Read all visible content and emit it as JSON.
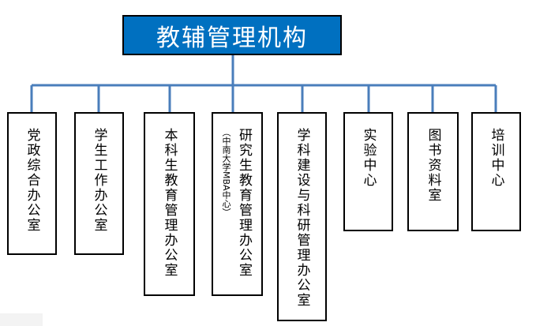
{
  "root": {
    "title": "教辅管理机构"
  },
  "departments": [
    {
      "title": "党政综合办公室",
      "note": ""
    },
    {
      "title": "学生工作办公室",
      "note": ""
    },
    {
      "title": "本科生教育管理办公室",
      "note": ""
    },
    {
      "title": "研究生教育管理办公室",
      "note": "（中南大学MBA中心）"
    },
    {
      "title": "学科建设与科研管理办公室",
      "note": ""
    },
    {
      "title": "实验中心",
      "note": ""
    },
    {
      "title": "图书资料室",
      "note": ""
    },
    {
      "title": "培训中心",
      "note": ""
    }
  ],
  "colors": {
    "root_fill": "#0070c0",
    "root_text": "#ffffff",
    "connector": "#4a7ebb",
    "box_border": "#000000",
    "box_fill": "#ffffff"
  }
}
